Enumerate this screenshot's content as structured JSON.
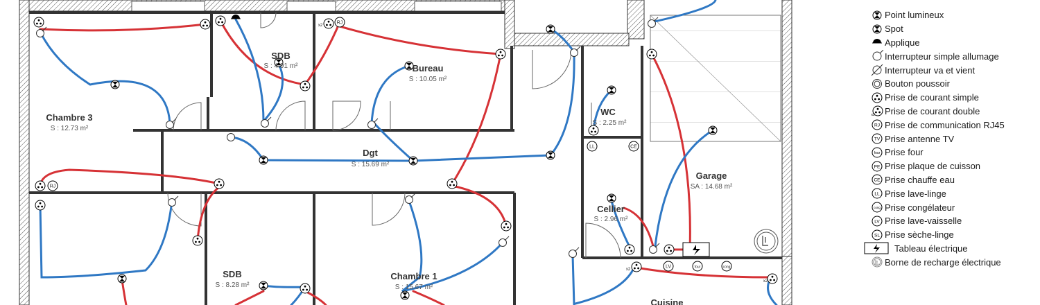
{
  "rooms": [
    {
      "id": "chambre3",
      "name": "Chambre 3",
      "area": "S : 12.73 m²"
    },
    {
      "id": "sdb1",
      "name": "SDB",
      "area": "S : 4.91 m²"
    },
    {
      "id": "bureau",
      "name": "Bureau",
      "area": "S : 10.05 m²"
    },
    {
      "id": "wc",
      "name": "WC",
      "area": "S : 2.25 m²"
    },
    {
      "id": "dgt",
      "name": "Dgt",
      "area": "S : 15.69 m²"
    },
    {
      "id": "garage",
      "name": "Garage",
      "area": "SA : 14.68 m²"
    },
    {
      "id": "cellier",
      "name": "Cellier",
      "area": "S : 2.96 m²"
    },
    {
      "id": "sdb2",
      "name": "SDB",
      "area": "S : 8.28 m²"
    },
    {
      "id": "chambre1",
      "name": "Chambre 1",
      "area": "S : 15.67 m²"
    },
    {
      "id": "cuisine",
      "name": "Cuisine",
      "area": ""
    }
  ],
  "tags": {
    "rj": "RJ",
    "ll": "LL",
    "ce": "CE",
    "lv": "LV",
    "four": "four",
    "cong": "cong",
    "x2": "x2",
    "pe": "PE",
    "tv": "TV",
    "sl": "SL"
  },
  "colors": {
    "wire_red": "#d63236",
    "wire_blue": "#2f78c4",
    "wall": "#333333"
  },
  "legend": [
    {
      "icon": "point-lumineux-icon",
      "label": "Point lumineux"
    },
    {
      "icon": "spot-icon",
      "label": "Spot"
    },
    {
      "icon": "applique-icon",
      "label": "Applique"
    },
    {
      "icon": "interrupteur-simple-icon",
      "label": "Interrupteur simple allumage"
    },
    {
      "icon": "interrupteur-va-et-vient-icon",
      "label": "Interrupteur va et vient"
    },
    {
      "icon": "bouton-poussoir-icon",
      "label": "Bouton poussoir"
    },
    {
      "icon": "prise-simple-icon",
      "label": "Prise de courant simple"
    },
    {
      "icon": "prise-double-icon",
      "label": "Prise de courant double"
    },
    {
      "icon": "prise-rj45-icon",
      "label": "Prise de communication RJ45"
    },
    {
      "icon": "prise-antenne-tv-icon",
      "label": "Prise antenne TV"
    },
    {
      "icon": "prise-four-icon",
      "label": "Prise four"
    },
    {
      "icon": "prise-plaque-cuisson-icon",
      "label": "Prise plaque de cuisson"
    },
    {
      "icon": "prise-chauffe-eau-icon",
      "label": "Prise chauffe eau"
    },
    {
      "icon": "prise-lave-linge-icon",
      "label": "Prise lave-linge"
    },
    {
      "icon": "prise-congelateur-icon",
      "label": "Prise congélateur"
    },
    {
      "icon": "prise-lave-vaisselle-icon",
      "label": "Prise lave-vaisselle"
    },
    {
      "icon": "prise-seche-linge-icon",
      "label": "Prise sèche-linge"
    },
    {
      "icon": "tableau-electrique-icon",
      "label": "Tableau électrique"
    },
    {
      "icon": "borne-recharge-icon",
      "label": "Borne de recharge électrique"
    }
  ]
}
